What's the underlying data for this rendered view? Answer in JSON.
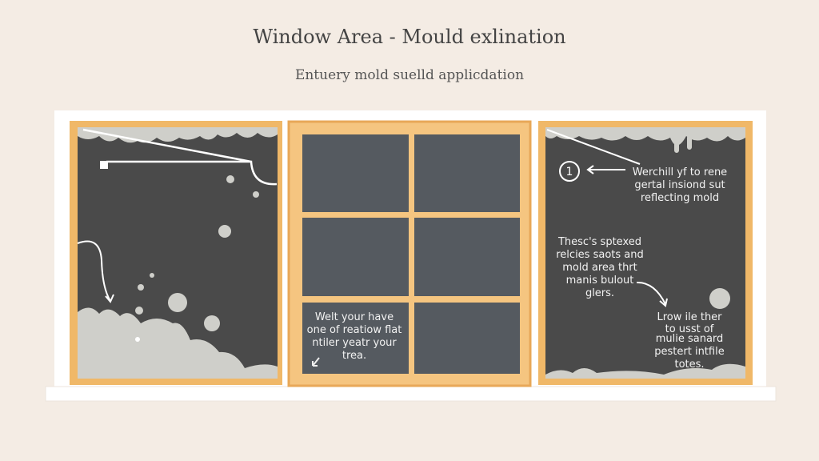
{
  "title": "Window Area - Mould exlination",
  "subtitle": "Entuery mold suelld applicdation",
  "colors": {
    "background": "#f4ece4",
    "frame": "#f0b868",
    "glass": "#4a4a4a",
    "mould": "#cfcfca",
    "wall": "#ffffff"
  },
  "middle_panel": {
    "lines": [
      "Welt your have",
      "one of reatiow flat",
      "ntiler yeatr your",
      "trea."
    ]
  },
  "right_panel": {
    "marker": "1",
    "callout_top": [
      "Werchill yf to rene",
      "gertal insiond sut",
      "reflecting mold"
    ],
    "callout_middle": [
      "Thesc's sptexed",
      "relcies saots and",
      "mold area thrt",
      "manis bulout",
      "glers."
    ],
    "callout_bottom": [
      "Lrow ile ther",
      "to usst of",
      "mulie sanard",
      "pestert intfile",
      "totes."
    ]
  }
}
